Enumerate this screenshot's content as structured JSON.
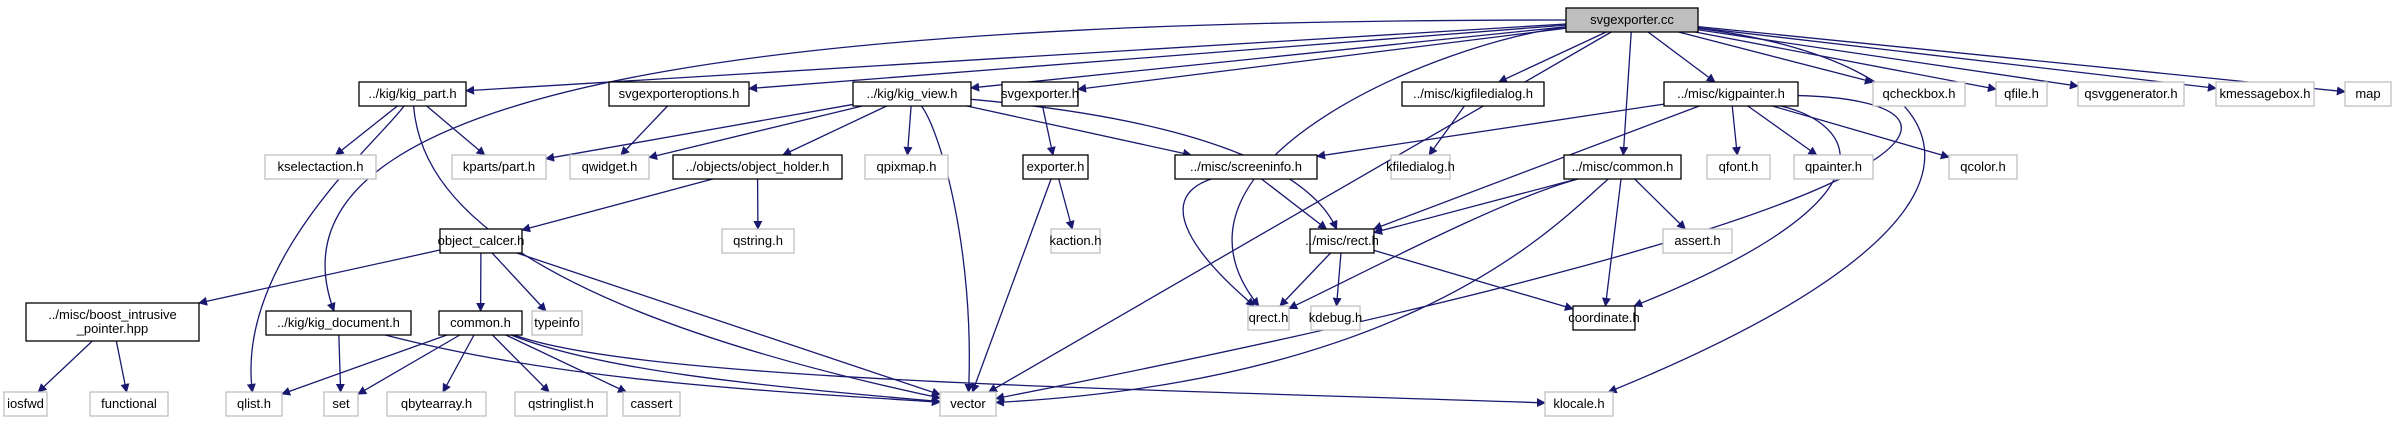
{
  "diagram": {
    "title": "svgexporter.cc",
    "colors": {
      "edge": "#191970",
      "root_fill": "#bfbfbf",
      "root_border": "#000000",
      "documented_border": "#000000",
      "external_border": "#bfbfbf",
      "node_fill": "#ffffff"
    },
    "nodes": [
      {
        "id": "root",
        "label": "svgexporter.cc",
        "kind": "root"
      },
      {
        "id": "kig_part",
        "label": "../kig/kig_part.h",
        "kind": "documented"
      },
      {
        "id": "svgexporteroptions",
        "label": "svgexporteroptions.h",
        "kind": "documented"
      },
      {
        "id": "kig_view",
        "label": "../kig/kig_view.h",
        "kind": "documented"
      },
      {
        "id": "svgexporter_h",
        "label": "svgexporter.h",
        "kind": "documented"
      },
      {
        "id": "kigfiledialog",
        "label": "../misc/kigfiledialog.h",
        "kind": "documented"
      },
      {
        "id": "kigpainter",
        "label": "../misc/kigpainter.h",
        "kind": "documented"
      },
      {
        "id": "qcheckbox",
        "label": "qcheckbox.h",
        "kind": "external"
      },
      {
        "id": "qfile",
        "label": "qfile.h",
        "kind": "external"
      },
      {
        "id": "qsvggenerator",
        "label": "qsvggenerator.h",
        "kind": "external"
      },
      {
        "id": "kmessagebox",
        "label": "kmessagebox.h",
        "kind": "external"
      },
      {
        "id": "map",
        "label": "map",
        "kind": "external"
      },
      {
        "id": "kselectaction",
        "label": "kselectaction.h",
        "kind": "external"
      },
      {
        "id": "kparts_part",
        "label": "kparts/part.h",
        "kind": "external"
      },
      {
        "id": "qwidget",
        "label": "qwidget.h",
        "kind": "external"
      },
      {
        "id": "object_holder",
        "label": "../objects/object_holder.h",
        "kind": "documented"
      },
      {
        "id": "qpixmap",
        "label": "qpixmap.h",
        "kind": "external"
      },
      {
        "id": "exporter",
        "label": "exporter.h",
        "kind": "documented"
      },
      {
        "id": "screeninfo",
        "label": "../misc/screeninfo.h",
        "kind": "documented"
      },
      {
        "id": "kfiledialog",
        "label": "kfiledialog.h",
        "kind": "external"
      },
      {
        "id": "misc_common",
        "label": "../misc/common.h",
        "kind": "documented"
      },
      {
        "id": "qfont",
        "label": "qfont.h",
        "kind": "external"
      },
      {
        "id": "qpainter",
        "label": "qpainter.h",
        "kind": "external"
      },
      {
        "id": "qcolor",
        "label": "qcolor.h",
        "kind": "external"
      },
      {
        "id": "object_calcer",
        "label": "object_calcer.h",
        "kind": "documented"
      },
      {
        "id": "qstring",
        "label": "qstring.h",
        "kind": "external"
      },
      {
        "id": "kaction",
        "label": "kaction.h",
        "kind": "external"
      },
      {
        "id": "rect",
        "label": "../misc/rect.h",
        "kind": "documented"
      },
      {
        "id": "assert",
        "label": "assert.h",
        "kind": "external"
      },
      {
        "id": "boost_ptr",
        "label": "../misc/boost_intrusive\n_pointer.hpp",
        "kind": "documented"
      },
      {
        "id": "kig_document",
        "label": "../kig/kig_document.h",
        "kind": "documented"
      },
      {
        "id": "common_h",
        "label": "common.h",
        "kind": "documented"
      },
      {
        "id": "typeinfo",
        "label": "typeinfo",
        "kind": "external"
      },
      {
        "id": "qrect",
        "label": "qrect.h",
        "kind": "external"
      },
      {
        "id": "kdebug",
        "label": "kdebug.h",
        "kind": "external"
      },
      {
        "id": "coordinate",
        "label": "coordinate.h",
        "kind": "documented"
      },
      {
        "id": "iosfwd",
        "label": "iosfwd",
        "kind": "external"
      },
      {
        "id": "functional",
        "label": "functional",
        "kind": "external"
      },
      {
        "id": "qlist",
        "label": "qlist.h",
        "kind": "external"
      },
      {
        "id": "set",
        "label": "set",
        "kind": "external"
      },
      {
        "id": "qbytearray",
        "label": "qbytearray.h",
        "kind": "external"
      },
      {
        "id": "qstringlist",
        "label": "qstringlist.h",
        "kind": "external"
      },
      {
        "id": "cassert",
        "label": "cassert",
        "kind": "external"
      },
      {
        "id": "vector",
        "label": "vector",
        "kind": "external"
      },
      {
        "id": "klocale",
        "label": "klocale.h",
        "kind": "external"
      }
    ],
    "edges": [
      {
        "from": "root",
        "to": "kig_part"
      },
      {
        "from": "root",
        "to": "svgexporteroptions"
      },
      {
        "from": "root",
        "to": "kig_view"
      },
      {
        "from": "root",
        "to": "svgexporter_h"
      },
      {
        "from": "root",
        "to": "kigfiledialog"
      },
      {
        "from": "root",
        "to": "misc_common"
      },
      {
        "from": "root",
        "to": "kigpainter"
      },
      {
        "from": "root",
        "to": "qcheckbox"
      },
      {
        "from": "root",
        "to": "qfile"
      },
      {
        "from": "root",
        "to": "qsvggenerator"
      },
      {
        "from": "root",
        "to": "kmessagebox"
      },
      {
        "from": "root",
        "to": "map"
      },
      {
        "from": "root",
        "to": "kig_document"
      },
      {
        "from": "root",
        "to": "qrect"
      },
      {
        "from": "root",
        "to": "vector"
      },
      {
        "from": "root",
        "to": "klocale"
      },
      {
        "from": "kig_part",
        "to": "kselectaction"
      },
      {
        "from": "kig_part",
        "to": "kparts_part"
      },
      {
        "from": "kig_part",
        "to": "qlist"
      },
      {
        "from": "kig_part",
        "to": "vector"
      },
      {
        "from": "svgexporteroptions",
        "to": "qwidget"
      },
      {
        "from": "kig_view",
        "to": "kparts_part"
      },
      {
        "from": "kig_view",
        "to": "qwidget"
      },
      {
        "from": "kig_view",
        "to": "object_holder"
      },
      {
        "from": "kig_view",
        "to": "qpixmap"
      },
      {
        "from": "kig_view",
        "to": "vector"
      },
      {
        "from": "kig_view",
        "to": "screeninfo"
      },
      {
        "from": "kig_view",
        "to": "rect"
      },
      {
        "from": "svgexporter_h",
        "to": "exporter"
      },
      {
        "from": "exporter",
        "to": "kaction"
      },
      {
        "from": "exporter",
        "to": "vector"
      },
      {
        "from": "kigfiledialog",
        "to": "kfiledialog"
      },
      {
        "from": "kigpainter",
        "to": "screeninfo"
      },
      {
        "from": "kigpainter",
        "to": "rect"
      },
      {
        "from": "kigpainter",
        "to": "qfont"
      },
      {
        "from": "kigpainter",
        "to": "qpainter"
      },
      {
        "from": "kigpainter",
        "to": "qcolor"
      },
      {
        "from": "kigpainter",
        "to": "coordinate"
      },
      {
        "from": "kigpainter",
        "to": "vector"
      },
      {
        "from": "object_holder",
        "to": "object_calcer"
      },
      {
        "from": "object_holder",
        "to": "qstring"
      },
      {
        "from": "screeninfo",
        "to": "rect"
      },
      {
        "from": "screeninfo",
        "to": "qrect"
      },
      {
        "from": "misc_common",
        "to": "rect"
      },
      {
        "from": "misc_common",
        "to": "qrect"
      },
      {
        "from": "misc_common",
        "to": "assert"
      },
      {
        "from": "misc_common",
        "to": "coordinate"
      },
      {
        "from": "misc_common",
        "to": "vector"
      },
      {
        "from": "rect",
        "to": "qrect"
      },
      {
        "from": "rect",
        "to": "kdebug"
      },
      {
        "from": "rect",
        "to": "coordinate"
      },
      {
        "from": "object_calcer",
        "to": "boost_ptr"
      },
      {
        "from": "object_calcer",
        "to": "common_h"
      },
      {
        "from": "object_calcer",
        "to": "typeinfo"
      },
      {
        "from": "object_calcer",
        "to": "vector"
      },
      {
        "from": "boost_ptr",
        "to": "iosfwd"
      },
      {
        "from": "boost_ptr",
        "to": "functional"
      },
      {
        "from": "kig_document",
        "to": "set"
      },
      {
        "from": "kig_document",
        "to": "vector"
      },
      {
        "from": "common_h",
        "to": "qlist"
      },
      {
        "from": "common_h",
        "to": "set"
      },
      {
        "from": "common_h",
        "to": "qbytearray"
      },
      {
        "from": "common_h",
        "to": "qstringlist"
      },
      {
        "from": "common_h",
        "to": "cassert"
      },
      {
        "from": "common_h",
        "to": "vector"
      },
      {
        "from": "common_h",
        "to": "klocale"
      }
    ]
  }
}
